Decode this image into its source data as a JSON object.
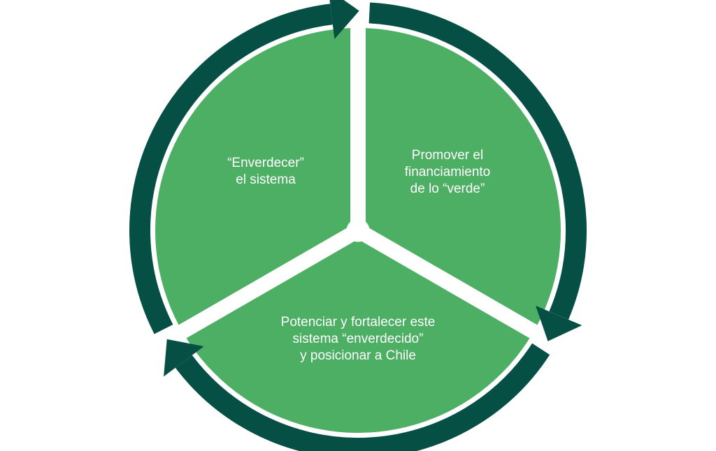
{
  "colors": {
    "background": "#ffffff",
    "segment_fill": "#4caf63",
    "ring_dark": "#064f44",
    "text": "#ffffff"
  },
  "segments": [
    {
      "id": "enverdecer",
      "lines": [
        "“Enverdecer”",
        "el sistema"
      ]
    },
    {
      "id": "promover",
      "lines": [
        "Promover el",
        "financiamiento",
        "de lo “verde”"
      ]
    },
    {
      "id": "potenciar",
      "lines": [
        "Potenciar y fortalecer este",
        "sistema “enverdecido”",
        "y posicionar a Chile"
      ]
    }
  ],
  "arrows": [
    {
      "name": "arrow-top",
      "direction": "clockwise"
    },
    {
      "name": "arrow-right",
      "direction": "clockwise"
    },
    {
      "name": "arrow-bottom-left",
      "direction": "clockwise"
    }
  ]
}
